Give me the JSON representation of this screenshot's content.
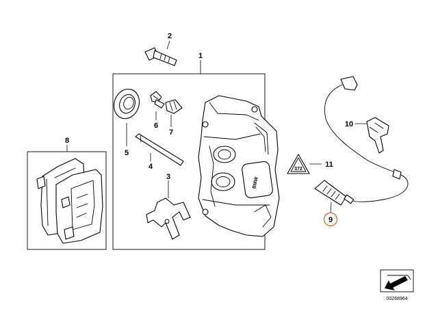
{
  "callouts": {
    "c1": "1",
    "c2": "2",
    "c3": "3",
    "c4": "4",
    "c5": "5",
    "c6": "6",
    "c7": "7",
    "c8": "8",
    "c9": "9",
    "c10": "10",
    "c11": "11"
  },
  "highlight_color": "#e8651a",
  "warning_label_text": "372",
  "caliper_brand_text": "BMW",
  "diagram_code": "00268964",
  "icons": {
    "corner": "arrow-card-icon",
    "warning": "warning-triangle-icon"
  }
}
